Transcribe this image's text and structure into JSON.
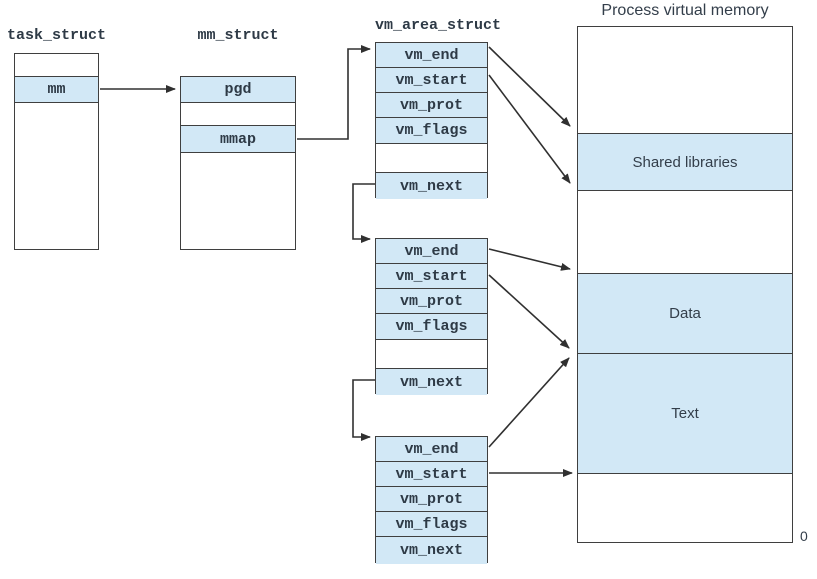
{
  "colors": {
    "cell_fill": "#d2e8f6",
    "border": "#3f3f3f",
    "arrow": "#303030",
    "mono_text": "#2e3a46",
    "sans_text": "#333e4a"
  },
  "task_struct": {
    "title": "task_struct",
    "fields": {
      "mm": "mm"
    }
  },
  "mm_struct": {
    "title": "mm_struct",
    "fields": {
      "pgd": "pgd",
      "mmap": "mmap"
    }
  },
  "vm_area_struct": {
    "title": "vm_area_struct",
    "fields": {
      "vm_end": "vm_end",
      "vm_start": "vm_start",
      "vm_prot": "vm_prot",
      "vm_flags": "vm_flags",
      "vm_next": "vm_next"
    }
  },
  "process_memory": {
    "title": "Process virtual memory",
    "regions": {
      "shared_libraries": "Shared libraries",
      "data": "Data",
      "text": "Text"
    },
    "address_zero": "0"
  }
}
